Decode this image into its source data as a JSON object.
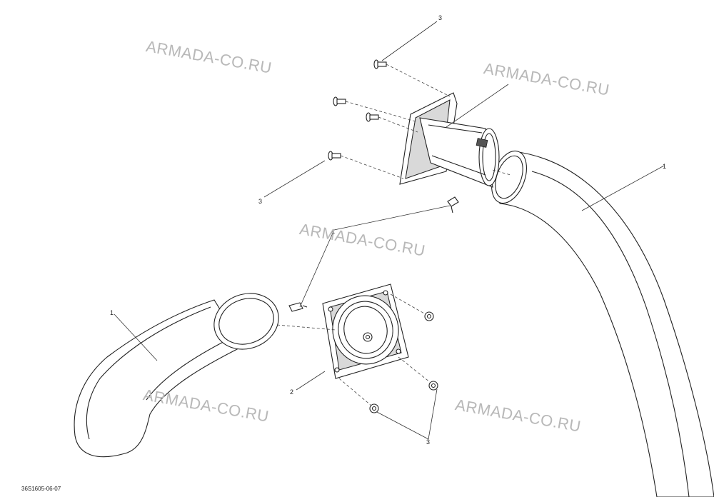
{
  "watermark_text": "ARMADA-CO.RU",
  "diagram_ref": "36S1605-06-07",
  "callouts": {
    "c1_right": "1",
    "c1_left": "1",
    "c2": "2",
    "c3_top": "3",
    "c3_left": "3",
    "c3_bottom": "3",
    "c4": "4"
  },
  "colors": {
    "line": "#222222",
    "watermark": "#b8b8b8",
    "background": "#ffffff"
  }
}
